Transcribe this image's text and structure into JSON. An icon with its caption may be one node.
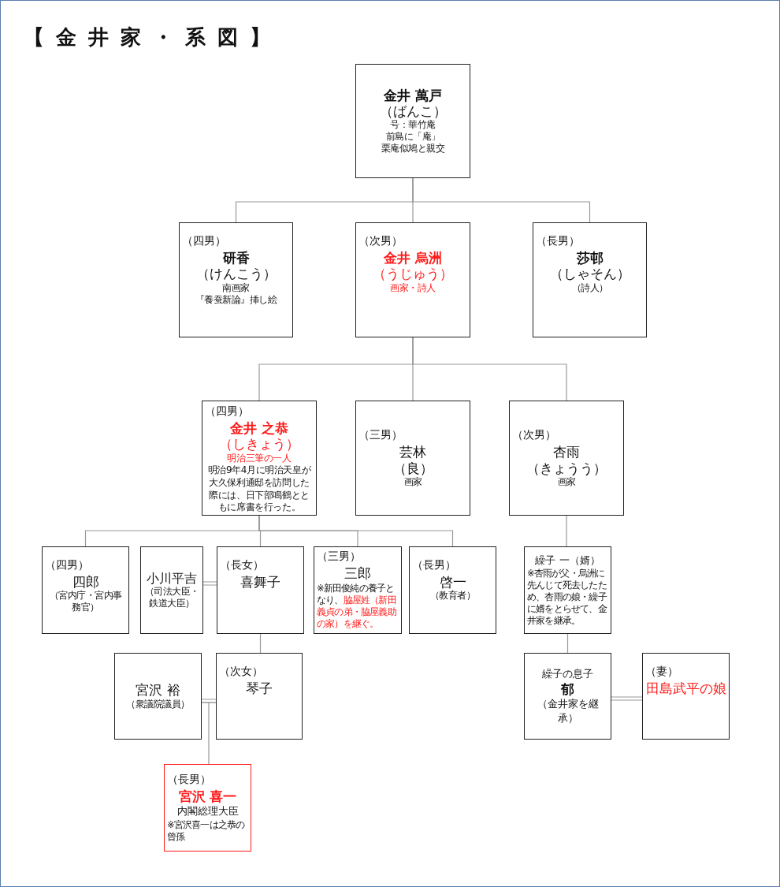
{
  "diagram": {
    "title": "【金井家・系図】",
    "nodes": [
      {
        "text": [
          "金井 萬戸",
          "（ばんこ）",
          "号：華竹庵",
          "前島に「庵」",
          "栗庵似鳩と親交"
        ]
      },
      {
        "text": [
          "（四男）",
          "研香",
          "（けんこう）",
          "南画家",
          "『養蚕新論』挿し絵"
        ]
      },
      {
        "text": [
          "（次男）",
          "金井 烏洲",
          "（うじゅう）",
          "画家・詩人"
        ]
      },
      {
        "text": [
          "（長男）",
          "莎邨",
          "（しゃそん）",
          "（詩人）"
        ]
      },
      {
        "text": [
          "（四男）",
          "金井 之恭",
          "（しきょう）",
          "明治三筆の一人",
          "明治9年4月に明治天皇が大久保利通邸を訪問した際には、日下部鳴鶴とともに席書を行った。"
        ]
      },
      {
        "text": [
          "（三男）",
          "芸林",
          "（良）",
          "画家"
        ]
      },
      {
        "text": [
          "（次男）",
          "杏雨",
          "（きょうう）",
          "画家"
        ]
      },
      {
        "text": [
          "（四男）",
          "四郎",
          "（宮内庁・宮内事務官）"
        ]
      },
      {
        "text": [
          "小川平吉",
          "（司法大臣・鉄道大臣）"
        ]
      },
      {
        "text": [
          "（長女）",
          "喜舞子"
        ]
      },
      {
        "text": [
          "（三男）",
          "三郎",
          "※新田俊純の養子となり、",
          "脇屋姓（新田義貞の弟・脇屋義助の家）を継ぐ。"
        ]
      },
      {
        "text": [
          "（長男）",
          "啓一",
          "（教育者）"
        ]
      },
      {
        "text": [
          "繰子 一（婿）",
          "※杏雨が父・烏洲に先んじて死去したため、杏雨の娘・繰子に婿をとらせて、金井家を継承。"
        ]
      },
      {
        "text": [
          "宮沢 裕",
          "（衆議院議員）"
        ]
      },
      {
        "text": [
          "（次女）",
          "琴子"
        ]
      },
      {
        "text": [
          "繰子の息子",
          "郁",
          "（金井家を継承）"
        ]
      },
      {
        "text": [
          "（妻）",
          "田島武平の娘"
        ]
      },
      {
        "text": [
          "（長男）",
          "宮沢 喜一",
          "内閣総理大臣",
          "※宮沢喜一は之恭の曾孫"
        ]
      }
    ],
    "edges": [
      {
        "from": 0,
        "to": 1,
        "arrow": "none"
      },
      {
        "from": 0,
        "to": 2,
        "arrow": "none"
      },
      {
        "from": 0,
        "to": 3,
        "arrow": "none"
      },
      {
        "from": 2,
        "to": 4,
        "arrow": "none"
      },
      {
        "from": 2,
        "to": 5,
        "arrow": "none"
      },
      {
        "from": 2,
        "to": 6,
        "arrow": "none"
      },
      {
        "from": 4,
        "to": 7,
        "arrow": "none"
      },
      {
        "from": 4,
        "to": 9,
        "arrow": "none"
      },
      {
        "from": 4,
        "to": 10,
        "arrow": "none"
      },
      {
        "from": 4,
        "to": 11,
        "arrow": "none"
      },
      {
        "from": 8,
        "to": 9,
        "arrow": "none"
      },
      {
        "from": 9,
        "to": 14,
        "arrow": "none"
      },
      {
        "from": 13,
        "to": 14,
        "arrow": "none"
      },
      {
        "from": 13,
        "to": 17,
        "arrow": "none"
      },
      {
        "from": 14,
        "to": 17,
        "arrow": "none"
      },
      {
        "from": 6,
        "to": 12,
        "arrow": "none"
      },
      {
        "from": 12,
        "to": 15,
        "arrow": "none"
      },
      {
        "from": 15,
        "to": 16,
        "arrow": "none"
      }
    ]
  }
}
